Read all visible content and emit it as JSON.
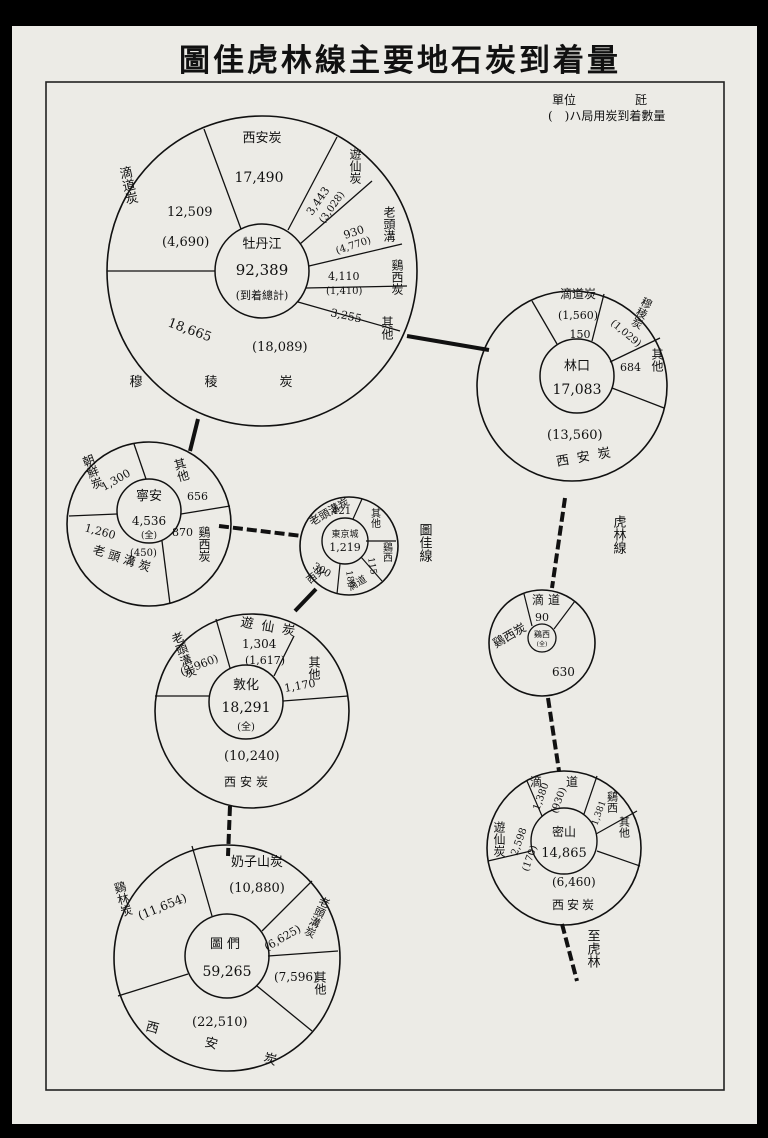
{
  "title": "圖佳虎林線主要地石炭到着量",
  "unit": {
    "label": "單位",
    "value": "瓩",
    "note": "(　)ハ局用炭到着數量"
  },
  "line_labels": {
    "hulin": "虎林線",
    "tujia": "圖佳線",
    "to_hulin": "至虎林"
  },
  "stations": [
    {
      "id": "mudanjiang",
      "name": "牡丹江",
      "total": "92,389",
      "extra": "(到着總計)",
      "segments": [
        {
          "label": "西安炭",
          "value": "17,490",
          "rail": ""
        },
        {
          "label": "遊仙炭",
          "value": "3,443",
          "rail": "(3,028)"
        },
        {
          "label": "老頭溝",
          "value": "930",
          "rail": "(4,770)"
        },
        {
          "label": "鷄西炭",
          "value": "4,110",
          "rail": "(1,410)"
        },
        {
          "label": "其他",
          "value": "3,255",
          "rail": ""
        },
        {
          "label": "穆稜炭",
          "value": "18,665",
          "rail": "(18,089)"
        },
        {
          "label": "滴道炭",
          "value": "12,509",
          "rail": "(4,690)"
        }
      ]
    },
    {
      "id": "linkou",
      "name": "林口",
      "total": "17,083",
      "segments": [
        {
          "label": "滴道炭",
          "value": "150",
          "rail": "(1,560)"
        },
        {
          "label": "穆稜炭",
          "value": "",
          "rail": "(1,029)"
        },
        {
          "label": "其他",
          "value": "684",
          "rail": ""
        },
        {
          "label": "西安炭",
          "value": "",
          "rail": "(13,560)"
        }
      ]
    },
    {
      "id": "ningan",
      "name": "寧安",
      "total": "4,536",
      "extra": "(全)",
      "segments": [
        {
          "label": "其他",
          "value": "656",
          "rail": ""
        },
        {
          "label": "鷄西炭",
          "value": "870",
          "rail": ""
        },
        {
          "label": "老頭溝炭",
          "value": "1,260",
          "rail": "(450)"
        },
        {
          "label": "朝鮮炭",
          "value": "1,300",
          "rail": ""
        }
      ]
    },
    {
      "id": "dongjingcheng",
      "name": "東京城",
      "total": "1,219",
      "segments": [
        {
          "label": "老頭溝炭",
          "value": "421",
          "rail": ""
        },
        {
          "label": "其他",
          "value": "",
          "rail": ""
        },
        {
          "label": "鷄西",
          "value": "115",
          "rail": ""
        },
        {
          "label": "滴道",
          "value": "180",
          "rail": ""
        },
        {
          "label": "西安",
          "value": "300",
          "rail": ""
        }
      ]
    },
    {
      "id": "jixi",
      "name": "鷄西",
      "total": "",
      "extra": "(全)",
      "segments": [
        {
          "label": "滴道",
          "value": "90",
          "rail": ""
        },
        {
          "label": "鷄西炭",
          "value": "630",
          "rail": ""
        }
      ]
    },
    {
      "id": "dunhua",
      "name": "敦化",
      "total": "18,291",
      "extra": "(全)",
      "segments": [
        {
          "label": "遊仙炭",
          "value": "1,304",
          "rail": "(1,617)"
        },
        {
          "label": "其他",
          "value": "1,170",
          "rail": ""
        },
        {
          "label": "西安炭",
          "value": "",
          "rail": "(10,240)"
        },
        {
          "label": "老頭溝炭",
          "value": "",
          "rail": "(3,960)"
        }
      ]
    },
    {
      "id": "mishan",
      "name": "密山",
      "total": "14,865",
      "segments": [
        {
          "label": "滴道",
          "value": "1,380",
          "rail": "(930)"
        },
        {
          "label": "鷄西",
          "value": "1,381",
          "rail": ""
        },
        {
          "label": "其他",
          "value": "",
          "rail": ""
        },
        {
          "label": "西安炭",
          "value": "",
          "rail": "(6,460)"
        },
        {
          "label": "遊仙炭",
          "value": "2,598",
          "rail": "(170)"
        }
      ]
    },
    {
      "id": "tumen",
      "name": "圖們",
      "total": "59,265",
      "segments": [
        {
          "label": "奶子山炭",
          "value": "",
          "rail": "(10,880)"
        },
        {
          "label": "老頭溝炭",
          "value": "",
          "rail": "(6,625)"
        },
        {
          "label": "其他",
          "value": "",
          "rail": "(7,596)"
        },
        {
          "label": "西安炭",
          "value": "",
          "rail": "(22,510)"
        },
        {
          "label": "鷄林炭",
          "value": "",
          "rail": "(11,654)"
        }
      ]
    }
  ]
}
